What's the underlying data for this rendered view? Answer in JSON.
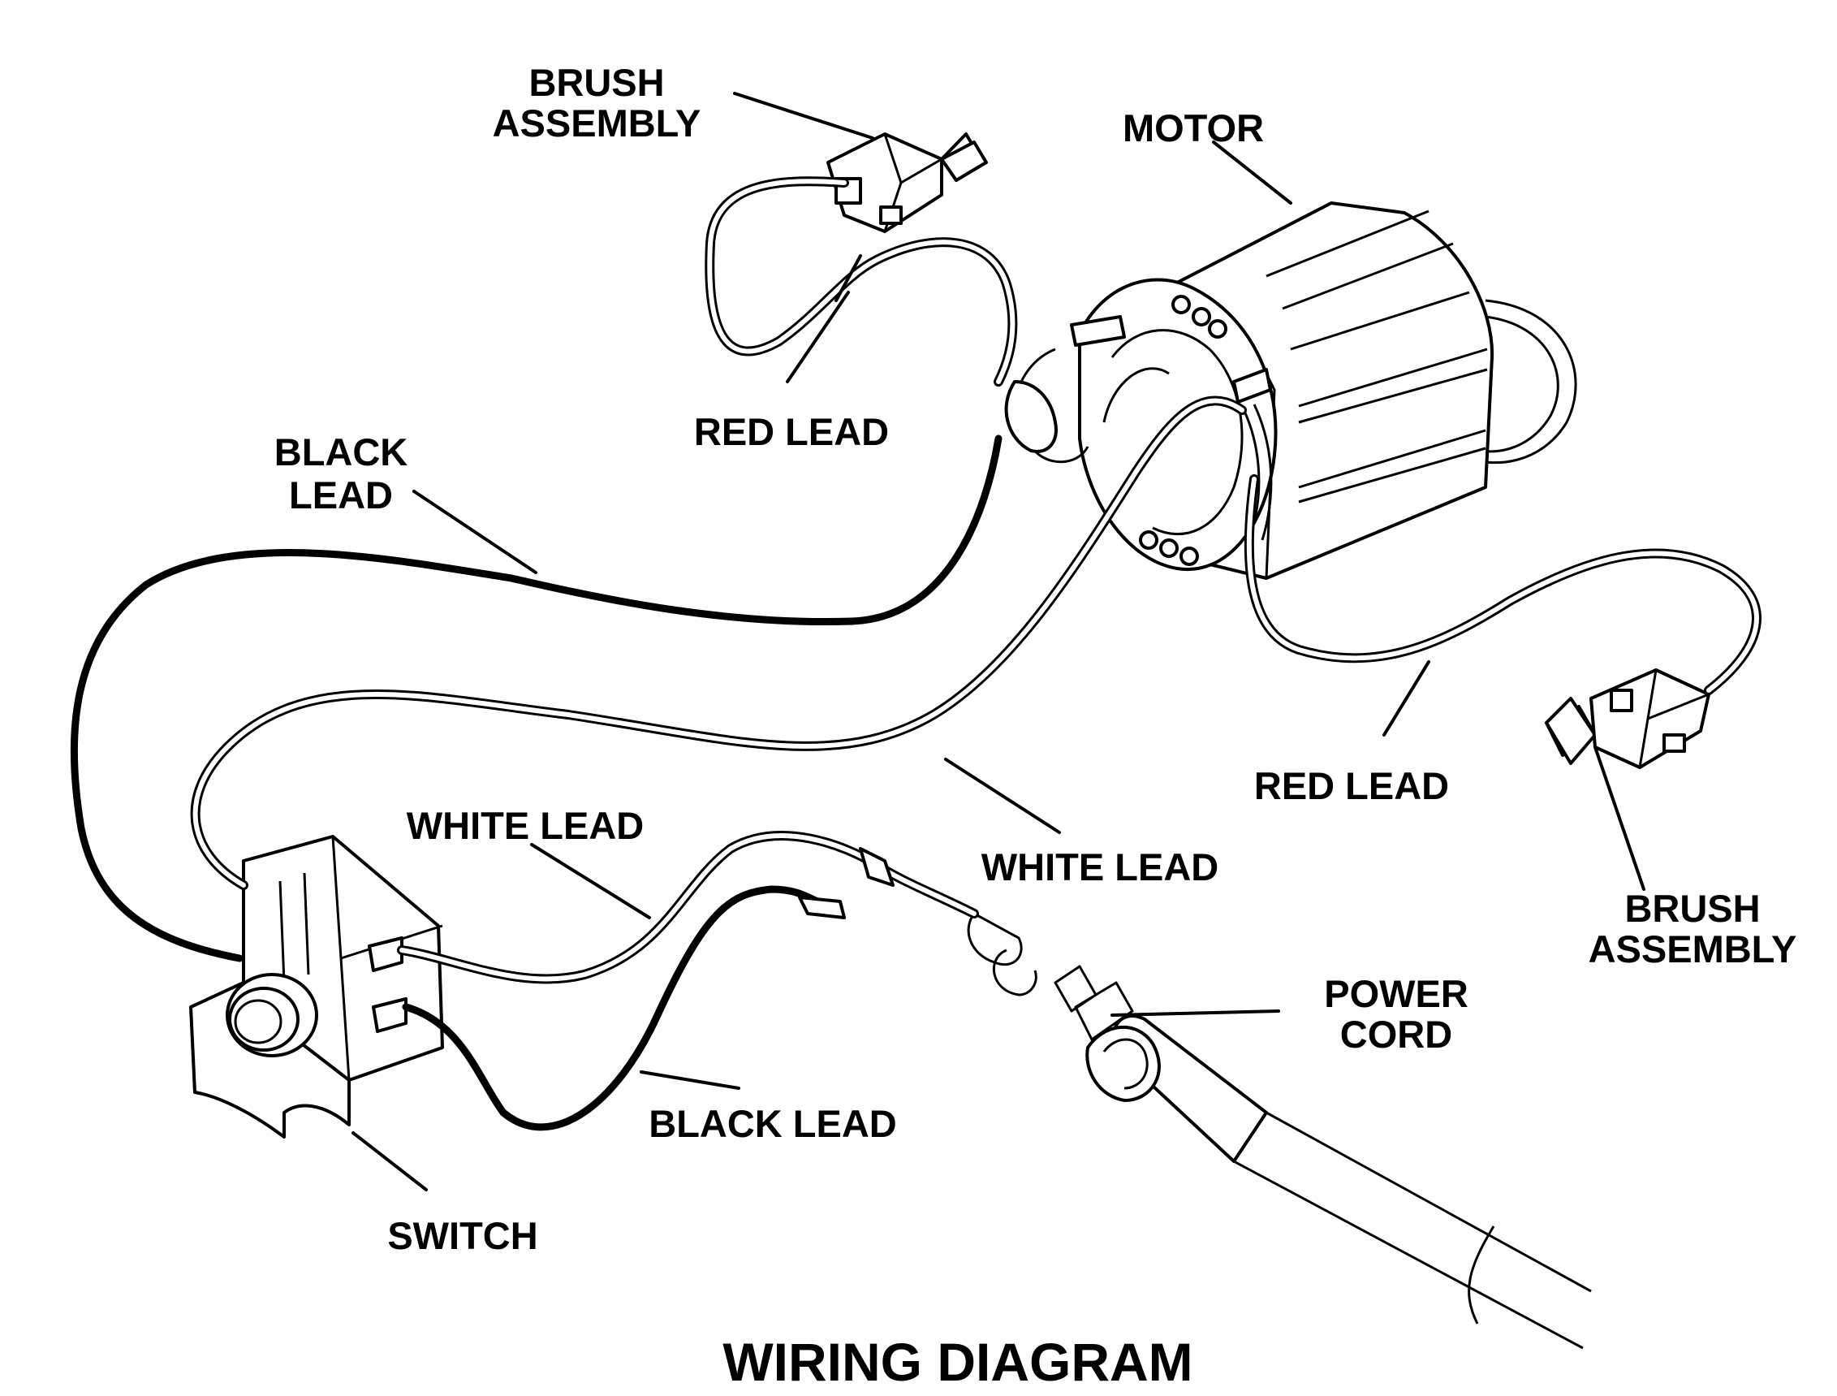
{
  "diagram": {
    "title": "WIRING DIAGRAM",
    "labels": {
      "brush_assembly_top": [
        "BRUSH",
        "ASSEMBLY"
      ],
      "motor": "MOTOR",
      "red_lead_top": "RED LEAD",
      "black_lead_top": [
        "BLACK",
        "LEAD"
      ],
      "white_lead_left": "WHITE LEAD",
      "white_lead_center": "WHITE LEAD",
      "red_lead_right": "RED LEAD",
      "brush_assembly_right": [
        "BRUSH",
        "ASSEMBLY"
      ],
      "power_cord": [
        "POWER",
        "CORD"
      ],
      "black_lead_bottom": "BLACK LEAD",
      "switch": "SWITCH"
    },
    "components": [
      "motor-icon",
      "brush-assembly-icon",
      "switch-icon",
      "power-cord-icon"
    ],
    "colors": {
      "line": "#000000",
      "background": "#ffffff"
    }
  }
}
